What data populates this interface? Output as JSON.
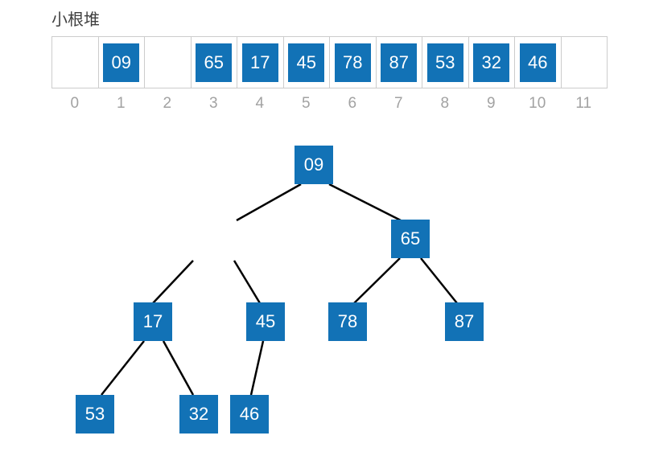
{
  "title": "小根堆",
  "array": {
    "cells": [
      {
        "index": "0",
        "value": ""
      },
      {
        "index": "1",
        "value": "09"
      },
      {
        "index": "2",
        "value": ""
      },
      {
        "index": "3",
        "value": "65"
      },
      {
        "index": "4",
        "value": "17"
      },
      {
        "index": "5",
        "value": "45"
      },
      {
        "index": "6",
        "value": "78"
      },
      {
        "index": "7",
        "value": "87"
      },
      {
        "index": "8",
        "value": "53"
      },
      {
        "index": "9",
        "value": "32"
      },
      {
        "index": "10",
        "value": "46"
      },
      {
        "index": "11",
        "value": ""
      }
    ]
  },
  "tree": {
    "nodes": [
      {
        "label": "09"
      },
      {
        "label": "65"
      },
      {
        "label": "17"
      },
      {
        "label": "45"
      },
      {
        "label": "78"
      },
      {
        "label": "87"
      },
      {
        "label": "53"
      },
      {
        "label": "32"
      },
      {
        "label": "46"
      }
    ],
    "edges": [
      {
        "parent": "09",
        "child": "empty"
      },
      {
        "parent": "empty",
        "child": "17"
      },
      {
        "parent": "empty",
        "child": "45"
      },
      {
        "parent": "09",
        "child": "65"
      },
      {
        "parent": "65",
        "child": "78"
      },
      {
        "parent": "65",
        "child": "87"
      },
      {
        "parent": "17",
        "child": "53"
      },
      {
        "parent": "17",
        "child": "32"
      },
      {
        "parent": "45",
        "child": "46"
      }
    ]
  },
  "colors": {
    "node_fill": "#1272b6",
    "node_text": "#ffffff",
    "edge": "#000000",
    "cell_border": "#cccccc",
    "index_text": "#a2a2a2",
    "title_text": "#3f3f3f"
  }
}
